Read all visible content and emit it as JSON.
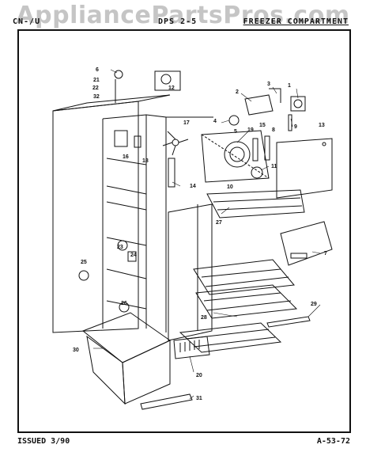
{
  "watermark": "AppliancePartsPros.com",
  "header": {
    "left": "CN-/U",
    "middle": "DPS 2-5",
    "right": "FREEZER COMPARTMENT"
  },
  "footer": {
    "issued": "ISSUED 3/90",
    "page_code": "A-53-72"
  },
  "part_labels": {
    "p1": "1",
    "p2": "2",
    "p3": "3",
    "p4": "4",
    "p5": "5",
    "p6": "6",
    "p7": "7",
    "p8": "8",
    "p9": "9",
    "p10": "10",
    "p11": "11",
    "p12": "12",
    "p13": "13",
    "p14": "14",
    "p15": "15",
    "p16": "16",
    "p17": "17",
    "p18": "18",
    "p19": "19",
    "p20": "20",
    "p21": "21",
    "p22": "22",
    "p23": "23",
    "p24": "24",
    "p25": "25",
    "p26": "26",
    "p27": "27",
    "p28": "28",
    "p29": "29",
    "p30": "30",
    "p31": "31",
    "p32": "32"
  }
}
